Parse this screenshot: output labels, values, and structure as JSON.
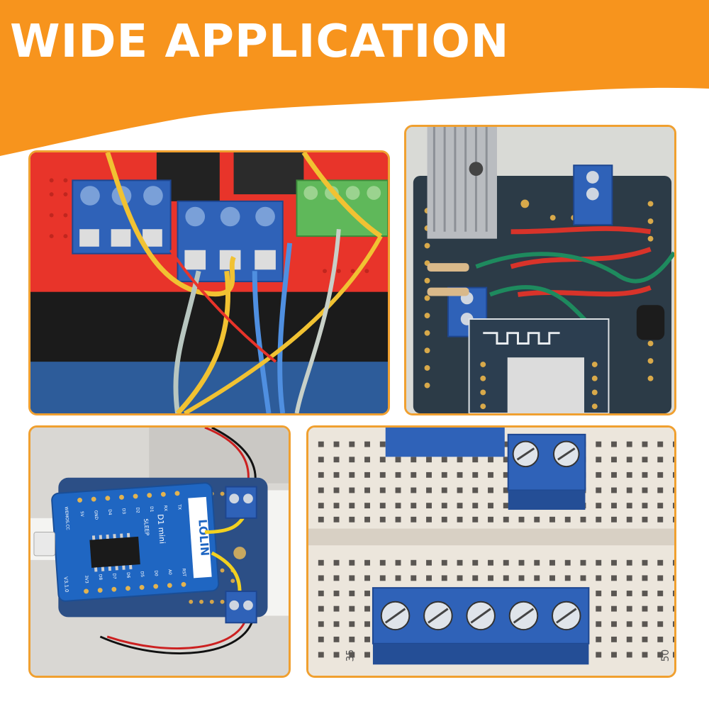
{
  "banner": {
    "headline": "WIDE APPLICATION",
    "color": "#f7941d"
  },
  "panels": {
    "board_d1": {
      "brand_label": "LOLIN",
      "model_label": "D1 mini",
      "version_label": "V3.1.0",
      "sleep_label": "SLEEP",
      "pins_top": [
        "5V",
        "GND",
        "D4",
        "D3",
        "D2",
        "D1",
        "RX",
        "TX"
      ],
      "pins_bottom": [
        "3V3",
        "D8",
        "D7",
        "D6",
        "D5",
        "D0",
        "A0",
        "RST"
      ],
      "wemos_label": "WEMOS.CC"
    },
    "breadboard": {
      "row_label_left": "35",
      "row_label_right": "50"
    }
  },
  "colors": {
    "accent": "#f7941d",
    "panel_border": "#f0a030",
    "terminal_blue": "#2f62b8"
  }
}
